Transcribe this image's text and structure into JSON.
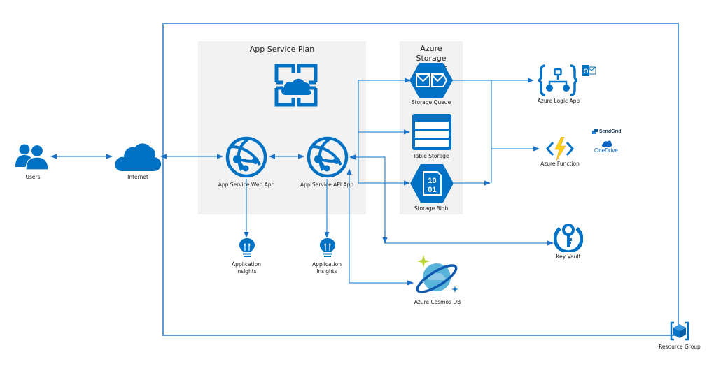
{
  "diagram": {
    "title": "Azure architecture diagram",
    "colors": {
      "azure_blue": "#0072c6",
      "line_blue": "#3a8fd6",
      "border_blue": "#5b9bd5",
      "panel_gray": "#f2f2f2",
      "cosmos_light": "#59b4d9",
      "cosmos_green": "#b8d432",
      "function_yellow": "#fcd116",
      "onedrive_blue": "#0a66c2"
    },
    "groups": {
      "resource_group": "Resource Group",
      "app_service_plan": "App Service Plan",
      "storage_account": "Azure Storage Account"
    },
    "nodes": {
      "users": "Users",
      "internet": "Internet",
      "web_app": "App Service Web App",
      "api_app": "App Service API App",
      "storage_queue": "Storage Queue",
      "table_storage": "Table Storage",
      "storage_blob": "Storage Blob",
      "logic_app": "Azure Logic App",
      "function": "Azure Function",
      "key_vault": "Key Vault",
      "cosmos_db": "Azure Cosmos DB",
      "app_insights_1_line1": "Application",
      "app_insights_1_line2": "Insights",
      "app_insights_2_line1": "Application",
      "app_insights_2_line2": "Insights",
      "sendgrid": "SendGrid",
      "onedrive": "OneDrive",
      "outlook": "O"
    },
    "connections": [
      {
        "from": "Users",
        "to": "Internet",
        "direction": "bidirectional"
      },
      {
        "from": "Internet",
        "to": "App Service Web App",
        "direction": "bidirectional"
      },
      {
        "from": "App Service Web App",
        "to": "App Service API App",
        "direction": "bidirectional"
      },
      {
        "from": "App Service Web App",
        "to": "Application Insights",
        "direction": "forward"
      },
      {
        "from": "App Service API App",
        "to": "Application Insights",
        "direction": "forward"
      },
      {
        "from": "App Service API App",
        "to": "Storage Queue",
        "direction": "forward"
      },
      {
        "from": "App Service API App",
        "to": "Table Storage",
        "direction": "forward"
      },
      {
        "from": "App Service API App",
        "to": "Storage Blob",
        "direction": "forward"
      },
      {
        "from": "Storage Queue",
        "to": "Azure Logic App",
        "direction": "forward"
      },
      {
        "from": "Storage Queue",
        "to": "Azure Function",
        "direction": "forward"
      },
      {
        "from": "Storage Blob",
        "to": "Azure Logic App",
        "direction": "forward"
      },
      {
        "from": "App Service API App",
        "to": "Key Vault",
        "direction": "bidirectional"
      },
      {
        "from": "App Service API App",
        "to": "Azure Cosmos DB",
        "direction": "bidirectional"
      }
    ]
  }
}
